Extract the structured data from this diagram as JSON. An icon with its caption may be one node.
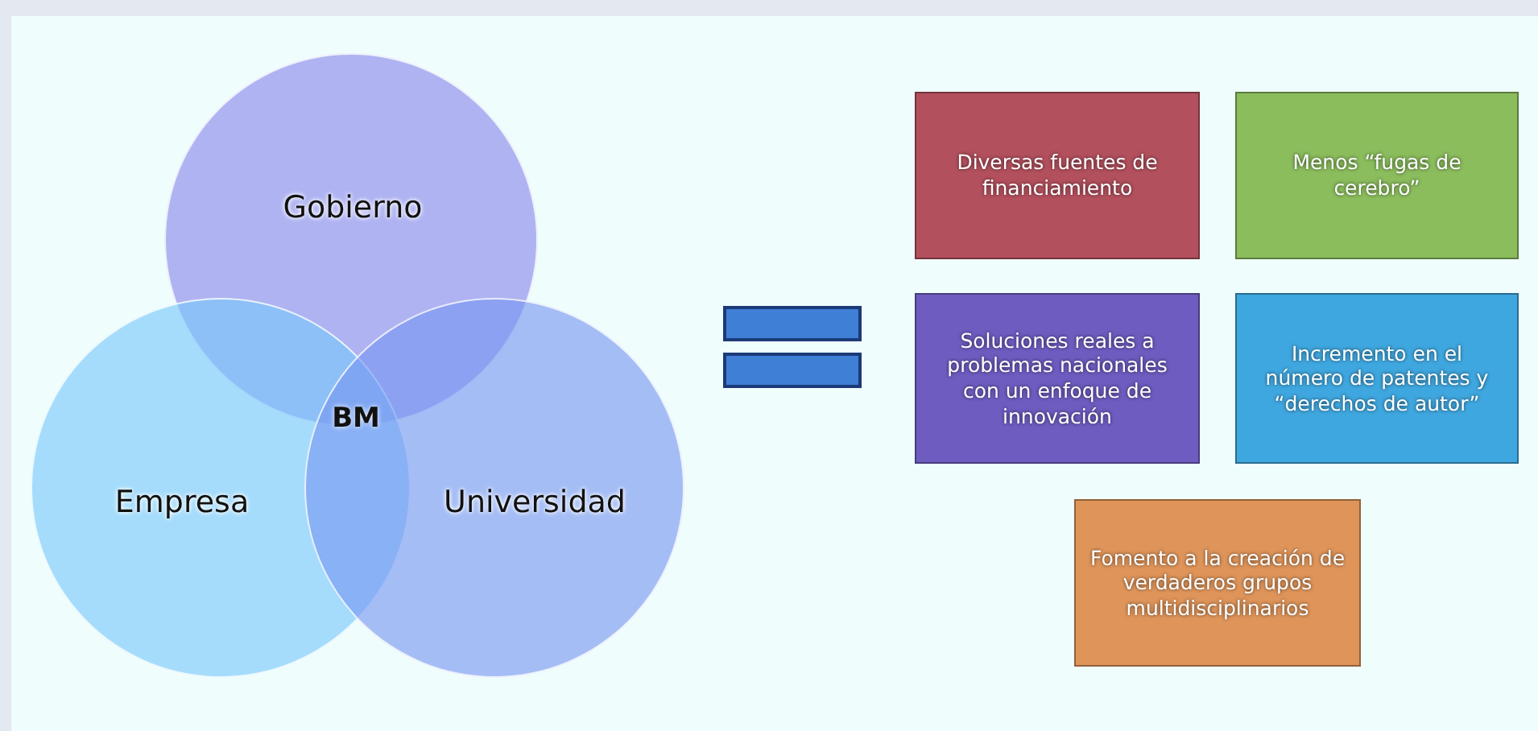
{
  "diagram": {
    "nodes": [
      {
        "text": [
          "Gobierno"
        ]
      },
      {
        "text": [
          "Empresa"
        ]
      },
      {
        "text": [
          "Universidad"
        ]
      },
      {
        "text": [
          "Diversas fuentes de financiamiento"
        ]
      },
      {
        "text": [
          "Menos “fugas de cerebro”"
        ]
      },
      {
        "text": [
          "Soluciones reales a problemas nacionales con un enfoque de innovación"
        ]
      },
      {
        "text": [
          "Incremento  en el número de patentes y “derechos de autor”"
        ]
      },
      {
        "text": [
          "Fomento a la creación de verdaderos grupos multidisciplinarios"
        ]
      }
    ],
    "edges": [],
    "labels": [
      "BM"
    ]
  }
}
